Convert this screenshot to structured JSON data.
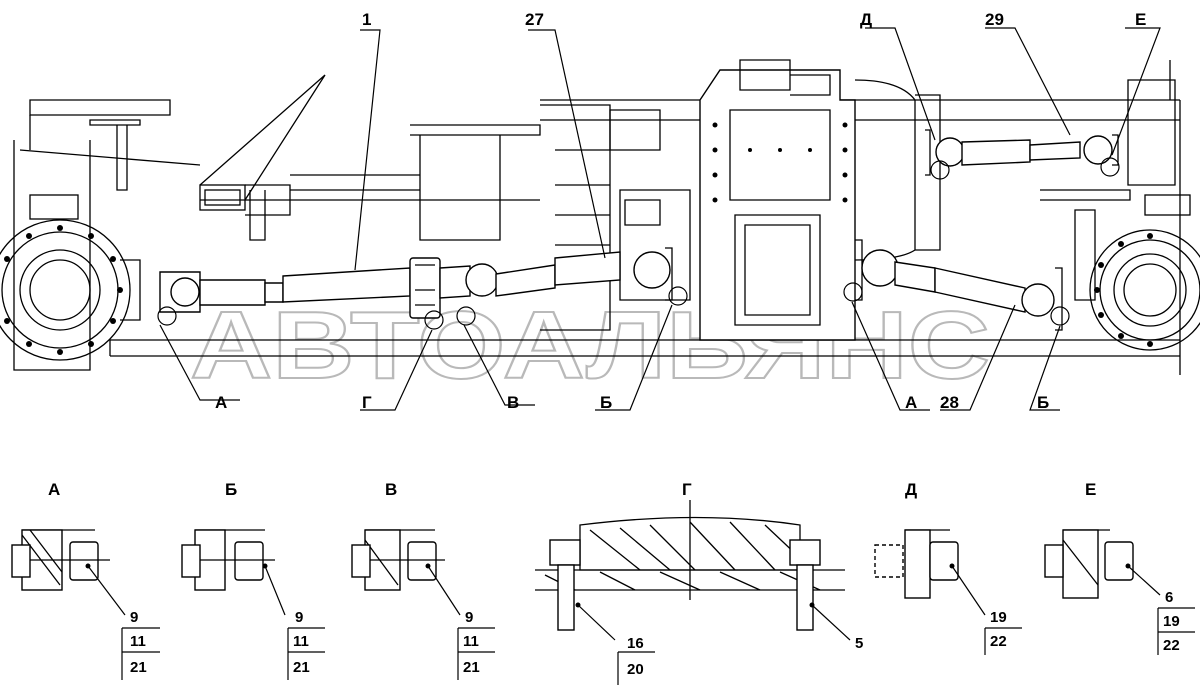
{
  "watermark": "АВТОАЛЬЯНС",
  "callouts": {
    "c1": "1",
    "c27": "27",
    "c29": "29",
    "c28": "28",
    "d_top": "Д",
    "e_top": "Е",
    "a_left": "А",
    "g_mid": "Г",
    "v_mid": "В",
    "b_mid": "Б",
    "a_right": "А",
    "b_right": "Б"
  },
  "details": [
    {
      "title": "А",
      "refs": [
        "9",
        "11",
        "21"
      ]
    },
    {
      "title": "Б",
      "refs": [
        "9",
        "11",
        "21"
      ]
    },
    {
      "title": "В",
      "refs": [
        "9",
        "11",
        "21"
      ]
    },
    {
      "title": "Г",
      "refs": [
        "16",
        "20"
      ],
      "extra": "5"
    },
    {
      "title": "Д",
      "refs": [
        "19",
        "22"
      ]
    },
    {
      "title": "Е",
      "refs": [
        "6",
        "19",
        "22"
      ]
    }
  ]
}
